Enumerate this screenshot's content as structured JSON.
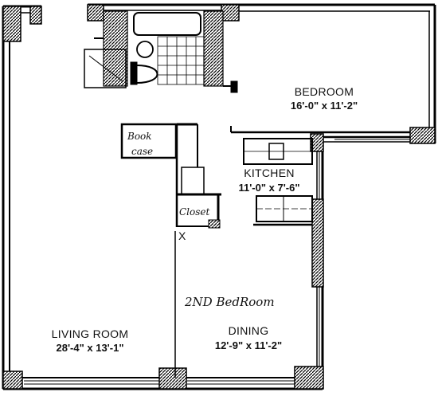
{
  "rooms": {
    "bedroom": {
      "name": "BEDROOM",
      "dims": "16'-0\" x 11'-2\""
    },
    "kitchen": {
      "name": "KITCHEN",
      "dims": "11'-0\" x 7'-6\""
    },
    "living": {
      "name": "LIVING ROOM",
      "dims": "28'-4\" x 13'-1\""
    },
    "dining": {
      "name": "DINING",
      "dims": "12'-9\" x 11'-2\""
    }
  },
  "annotations": {
    "bookcase_line1": "Book",
    "bookcase_line2": "case",
    "closet": "Closet",
    "second_bedroom": "2ND BedRoom",
    "mark": "X"
  }
}
